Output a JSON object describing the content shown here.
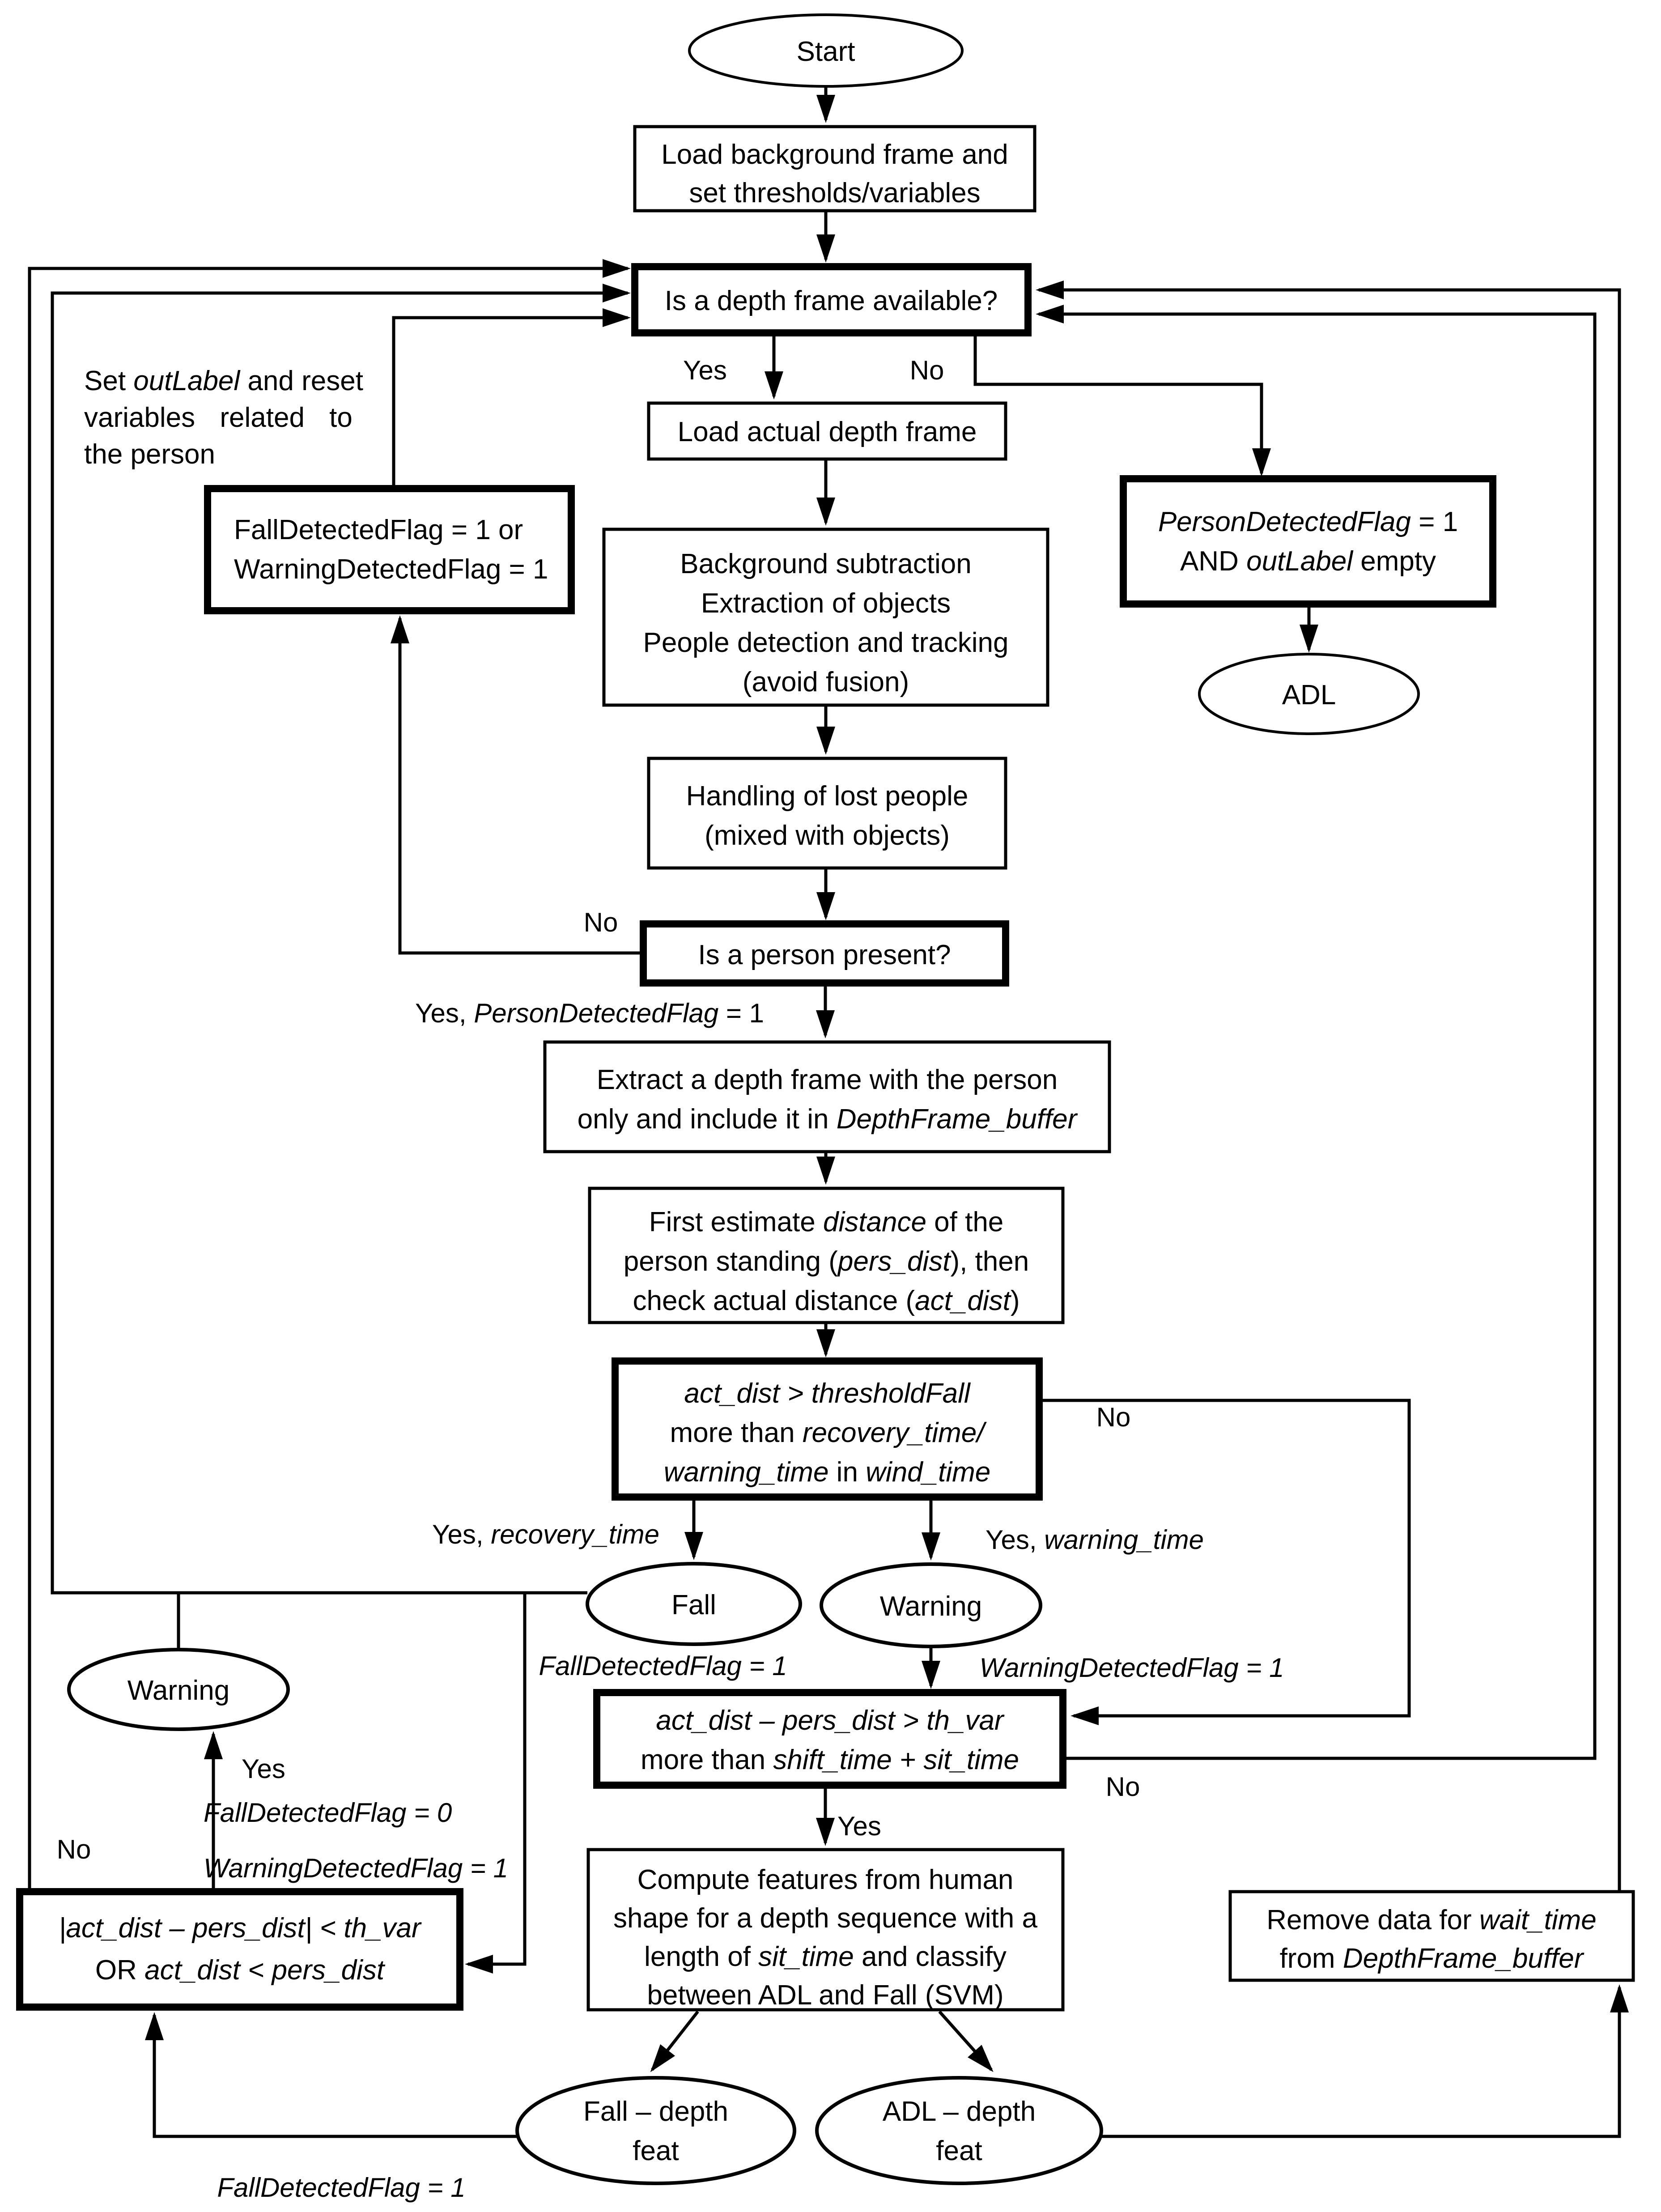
{
  "colors": {
    "ink": "#000000",
    "background": "#ffffff"
  },
  "nodes": {
    "start": {
      "label": "Start"
    },
    "load_bg": {
      "l1": "Load background frame and",
      "l2": "set thresholds/variables"
    },
    "depth": {
      "label": "Is a depth frame available?"
    },
    "load_actual": {
      "label": "Load actual depth frame"
    },
    "bg_sub": {
      "l1": "Background subtraction",
      "l2": "Extraction of objects",
      "l3": "People detection and tracking",
      "l4": "(avoid fusion)"
    },
    "lost": {
      "l1": "Handling of lost people",
      "l2": "(mixed with objects)"
    },
    "person": {
      "label": "Is a person present?"
    },
    "extract": {
      "l1": "Extract a depth frame with the person",
      "l2a": "only and include it in ",
      "l2b": "DepthFrame_buffer"
    },
    "first_est": {
      "l1a": "First estimate ",
      "l1b": "distance",
      "l1c": " of the",
      "l2a": "person standing (",
      "l2b": "pers_dist",
      "l2c": "), then",
      "l3a": "check actual distance (",
      "l3b": "act_dist",
      "l3c": ")"
    },
    "thresh": {
      "l1": "act_dist > thresholdFall",
      "l2a": "more than ",
      "l2b": "recovery_time/",
      "l3a": "warning_time",
      "l3b": " in ",
      "l3c": "wind_time"
    },
    "fall": {
      "label": "Fall"
    },
    "warning": {
      "label": "Warning"
    },
    "actpers": {
      "l1": "act_dist – pers_dist > th_var",
      "l2a": "more than ",
      "l2b": "shift_time + sit_time"
    },
    "compute": {
      "l1": "Compute features from human",
      "l2": "shape for a depth sequence with a",
      "l3a": "length of ",
      "l3b": "sit_time",
      "l3c": " and classify",
      "l4": "between ADL and Fall (SVM)"
    },
    "fall_feat": {
      "l1": "Fall – depth",
      "l2": "feat"
    },
    "adl_feat": {
      "l1": "ADL – depth",
      "l2": "feat"
    },
    "remove": {
      "l1a": "Remove data for ",
      "l1b": "wait_time",
      "l2a": "from ",
      "l2b": "DepthFrame_buffer"
    },
    "absbox": {
      "l1": "|act_dist – pers_dist| < th_var",
      "l2a": "OR ",
      "l2b": "act_dist < pers_dist"
    },
    "warning2": {
      "label": "Warning"
    },
    "fallflag": {
      "l1": "FallDetectedFlag = 1 or",
      "l2": "WarningDetectedFlag = 1"
    },
    "pdf": {
      "l1a": "PersonDetectedFlag",
      "l1b": " = 1",
      "l2a": "AND ",
      "l2b": "outLabel",
      "l2c": " empty"
    },
    "adl": {
      "label": "ADL"
    },
    "note": {
      "l1a": "Set ",
      "l1b": "outLabel",
      "l1c": " and reset",
      "l2": "variables related to",
      "l3": "the person"
    }
  },
  "labels": {
    "yes1": "Yes",
    "no1": "No",
    "no2": "No",
    "yes_person": {
      "a": "Yes, ",
      "b": "PersonDetectedFlag",
      "c": " = 1"
    },
    "yes_rec": {
      "a": "Yes, ",
      "b": "recovery_time"
    },
    "yes_warn": {
      "a": "Yes, ",
      "b": "warning_time"
    },
    "no3": "No",
    "fdf1": {
      "a": "FallDetectedFlag",
      "b": " = 1"
    },
    "wdf1": {
      "a": "WarningDetectedFlag",
      "b": " = 1"
    },
    "no4": "No",
    "yes2": "Yes",
    "yes3": "Yes",
    "fdf0": {
      "a": "FallDetectedFlag",
      "b": " = 0"
    },
    "wdf1b": {
      "a": "WarningDetectedFlag",
      "b": " = 1"
    },
    "no5": "No",
    "fdf1b": {
      "a": "FallDetectedFlag",
      "b": " = 1"
    }
  }
}
